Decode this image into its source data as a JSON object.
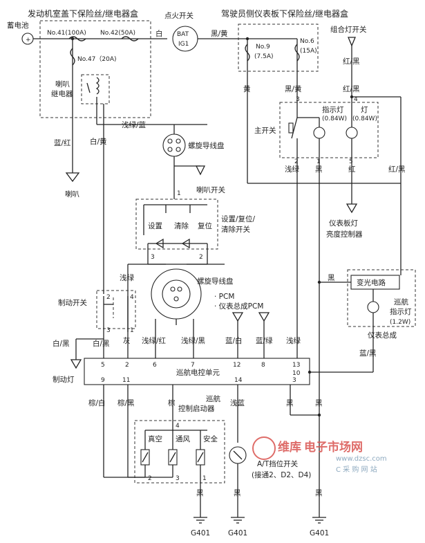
{
  "titles": {
    "engine_box": "发动机室盖下保险丝/继电器盒",
    "dash_box": "驾驶员侧仪表板下保险丝/继电器盒",
    "ignition": "点火开关",
    "battery": "蓄电池",
    "combo_switch": "组合灯开关"
  },
  "fuses": {
    "f41": "No.41(100A)",
    "f42": "No.42(50A)",
    "f47": "No.47（20A)",
    "f9a": "No.9",
    "f9b": "(7.5A)",
    "f6a": "No.6",
    "f6b": "(15A)"
  },
  "ignition_terms": {
    "bat": "BAT",
    "ig1": "IG1"
  },
  "components": {
    "horn_relay_1": "喇叭",
    "horn_relay_2": "继电器",
    "horn": "喇叭",
    "spiral1": "螺旋导线盘",
    "horn_switch": "喇叭开关",
    "set_btn": "设置",
    "clear_btn": "清除",
    "reset_btn": "复位",
    "set_switch_1": "设置/复位/",
    "set_switch_2": "清除开关",
    "main_switch": "主开关",
    "ind1_1": "指示灯",
    "ind1_2": "(0.84W)",
    "ind2_1": "灯",
    "ind2_2": "(0.84W)",
    "dim_1": "仪表板灯",
    "dim_2": "亮度控制器",
    "spiral2": "螺旋导线盘",
    "pcm_1": "· PCM",
    "pcm_2": "· 仪表总成PCM",
    "brake_switch": "制动开关",
    "brake_lamp": "制动灯",
    "dimming_circuit": "变光电路",
    "cruise_ind_1": "巡航",
    "cruise_ind_2": "指示灯",
    "cruise_ind_3": "(1.2W)",
    "meter_assy": "仪表总成",
    "ecu": "巡航电控单元",
    "actuator_1": "巡航",
    "actuator_2": "控制启动器",
    "vacuum": "真空",
    "vent": "通风",
    "safety": "安全",
    "at_1": "A/T挡位开关",
    "at_2": "(接通2、D2、D4)"
  },
  "wires": {
    "white": "白",
    "black_yellow": "黑/黄",
    "yellow": "黄",
    "black_yellow2": "黑/黄",
    "red_black_a": "红/黑",
    "red_black_b": "红/黑",
    "red_black_c": "红/黑",
    "blue_red": "蓝/红",
    "white_yellow": "白/黄",
    "lgreen_blue": "浅绿/蓝",
    "lgreen_a": "浅绿",
    "black_a": "黑",
    "red": "红",
    "lgreen_b": "浅绿",
    "white_black_a": "白/黑",
    "white_black_b": "白/黑",
    "gray": "灰",
    "lgreen_red": "浅绿/红",
    "lgreen_black": "浅绿/黑",
    "blue_white": "蓝/白",
    "blue_green": "蓝/绿",
    "lgreen_c": "浅绿",
    "black_b": "黑",
    "blue_black": "蓝/黑",
    "brown_white": "棕/白",
    "brown_black": "棕/黑",
    "brown": "棕",
    "lblue": "浅蓝",
    "black_c": "黑",
    "black_d": "黑",
    "black_e": "黑",
    "black_f": "黑",
    "black_g": "黑"
  },
  "pins": {
    "p1": "1",
    "p2": "2",
    "p3": "3",
    "p4": "4",
    "p5": "5",
    "sp1": "1",
    "sp3": "3",
    "sp2": "2",
    "b2": "2",
    "b4": "4",
    "b3": "3",
    "b1": "1",
    "e5": "5",
    "e2": "2",
    "e6": "6",
    "e7": "7",
    "e12": "12",
    "e8": "8",
    "e13": "13",
    "e10": "10",
    "e9": "9",
    "e11": "11",
    "e14": "14",
    "e3": "3",
    "a4": "4",
    "a2": "2",
    "a3": "3",
    "a1": "1"
  },
  "grounds": {
    "g1": "G401",
    "g2": "G401",
    "g3": "G401"
  },
  "watermark": {
    "brand": "维库",
    "market": "电子市场网",
    "url": "www.dzsc.com",
    "procure": "C 采 购 网 站"
  }
}
